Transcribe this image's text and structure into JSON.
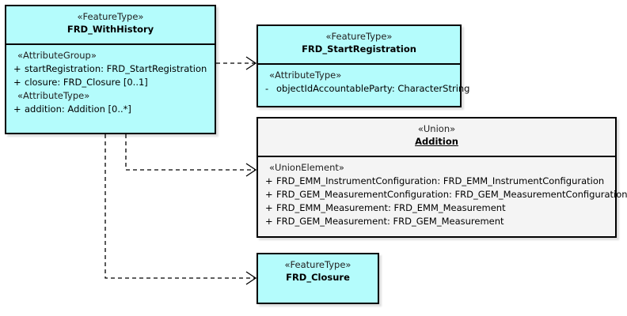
{
  "diagram": {
    "title": "FRD_WithHistory UML class diagram",
    "colors": {
      "class_fill": "#b4fcfc",
      "neutral_fill": "#f4f4f4",
      "border": "#000000",
      "background": "#ffffff"
    }
  },
  "classes": [
    {
      "id": "frd-withhistory",
      "stereotype": "«FeatureType»",
      "name": "FRD_WithHistory",
      "compartments": [
        {
          "group": "«AttributeGroup»",
          "attributes": [
            {
              "visibility": "+",
              "text": "startRegistration: FRD_StartRegistration"
            },
            {
              "visibility": "+",
              "text": "closure: FRD_Closure [0..1]"
            }
          ]
        },
        {
          "group": "«AttributeType»",
          "attributes": [
            {
              "visibility": "+",
              "text": "addition: Addition [0..*]"
            }
          ]
        }
      ]
    },
    {
      "id": "frd-startregistration",
      "stereotype": "«FeatureType»",
      "name": "FRD_StartRegistration",
      "compartments": [
        {
          "group": "«AttributeType»",
          "attributes": [
            {
              "visibility": "-",
              "text": "objectIdAccountableParty: CharacterString"
            }
          ]
        }
      ]
    },
    {
      "id": "addition",
      "stereotype": "«Union»",
      "name": "Addition",
      "compartments": [
        {
          "group": "«UnionElement»",
          "attributes": [
            {
              "visibility": "+",
              "text": "FRD_EMM_InstrumentConfiguration: FRD_EMM_InstrumentConfiguration"
            },
            {
              "visibility": "+",
              "text": "FRD_GEM_MeasurementConfiguration: FRD_GEM_MeasurementConfiguration"
            },
            {
              "visibility": "+",
              "text": "FRD_EMM_Measurement: FRD_EMM_Measurement"
            },
            {
              "visibility": "+",
              "text": "FRD_GEM_Measurement: FRD_GEM_Measurement"
            }
          ]
        }
      ]
    },
    {
      "id": "frd-closure",
      "stereotype": "«FeatureType»",
      "name": "FRD_Closure",
      "compartments": []
    }
  ],
  "connectors": [
    {
      "id": "conn-startregistration",
      "from": "frd-withhistory",
      "to": "frd-startregistration",
      "style": "dashed",
      "arrow": "open"
    },
    {
      "id": "conn-addition",
      "from": "frd-withhistory",
      "to": "addition",
      "style": "dashed",
      "arrow": "open"
    },
    {
      "id": "conn-closure",
      "from": "frd-withhistory",
      "to": "frd-closure",
      "style": "dashed",
      "arrow": "open"
    }
  ]
}
